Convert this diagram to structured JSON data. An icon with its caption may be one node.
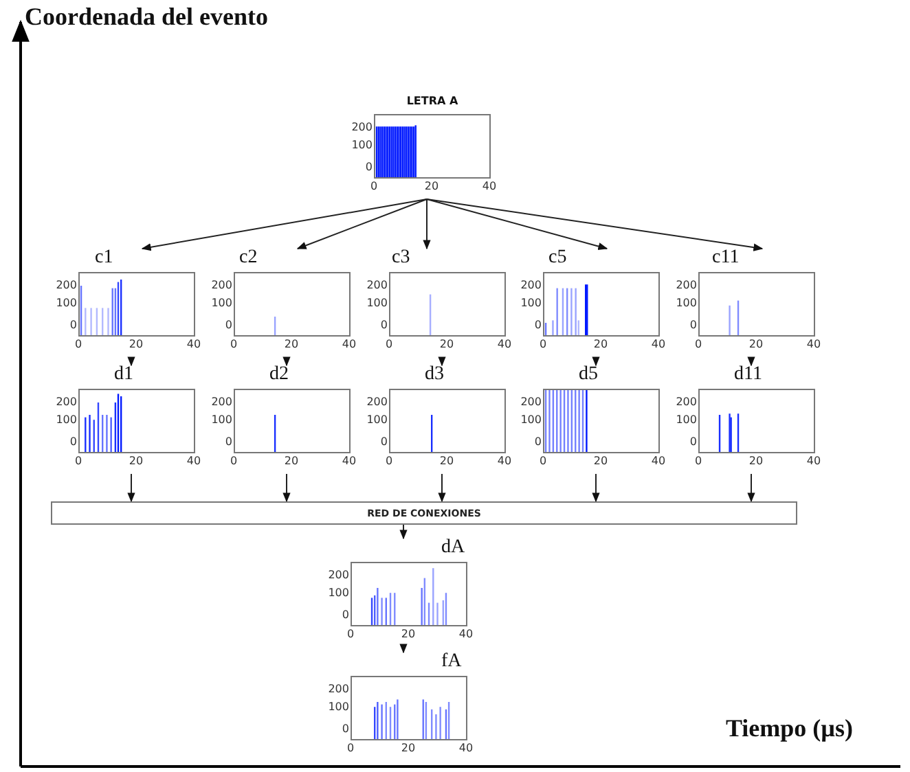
{
  "diagram": {
    "nodes": [
      {
        "text": [
          "LETRA A"
        ],
        "beside": [
          "200",
          "100",
          "0",
          "0",
          "20",
          "40"
        ]
      },
      {
        "text": [
          "c1"
        ],
        "beside": [
          "200",
          "100",
          "0",
          "0",
          "20",
          "40"
        ]
      },
      {
        "text": [
          "c2"
        ],
        "beside": [
          "200",
          "100",
          "0",
          "0",
          "20",
          "40"
        ]
      },
      {
        "text": [
          "c3"
        ],
        "beside": [
          "200",
          "100",
          "0",
          "0",
          "20",
          "40"
        ]
      },
      {
        "text": [
          "c5"
        ],
        "beside": [
          "200",
          "100",
          "0",
          "0",
          "20",
          "40"
        ]
      },
      {
        "text": [
          "c11"
        ],
        "beside": [
          "200",
          "100",
          "0",
          "0",
          "20",
          "40"
        ]
      },
      {
        "text": [
          "d1"
        ],
        "beside": [
          "200",
          "100",
          "0",
          "0",
          "20",
          "40"
        ]
      },
      {
        "text": [
          "d2"
        ],
        "beside": [
          "200",
          "100",
          "0",
          "0",
          "20",
          "40"
        ]
      },
      {
        "text": [
          "d3"
        ],
        "beside": [
          "200",
          "100",
          "0",
          "0",
          "20",
          "40"
        ]
      },
      {
        "text": [
          "d5"
        ],
        "beside": [
          "200",
          "100",
          "0",
          "0",
          "20",
          "40"
        ]
      },
      {
        "text": [
          "d11"
        ],
        "beside": [
          "200",
          "100",
          "0",
          "0",
          "20",
          "40"
        ]
      },
      {
        "text": [
          "RED DE CONEXIONES"
        ]
      },
      {
        "text": [
          "dA"
        ],
        "beside": [
          "200",
          "100",
          "0",
          "0",
          "20",
          "40"
        ]
      },
      {
        "text": [
          "fA"
        ],
        "beside": [
          "200",
          "100",
          "0",
          "0",
          "20",
          "40"
        ]
      }
    ],
    "edges": [
      {
        "from": 0,
        "to": 1,
        "arrow": "to"
      },
      {
        "from": 0,
        "to": 2,
        "arrow": "to"
      },
      {
        "from": 0,
        "to": 3,
        "arrow": "to"
      },
      {
        "from": 0,
        "to": 4,
        "arrow": "to"
      },
      {
        "from": 0,
        "to": 5,
        "arrow": "to"
      },
      {
        "from": 1,
        "to": 6,
        "arrow": "to"
      },
      {
        "from": 2,
        "to": 7,
        "arrow": "to"
      },
      {
        "from": 3,
        "to": 8,
        "arrow": "to"
      },
      {
        "from": 4,
        "to": 9,
        "arrow": "to"
      },
      {
        "from": 5,
        "to": 10,
        "arrow": "to"
      },
      {
        "from": 6,
        "to": 11,
        "arrow": "to"
      },
      {
        "from": 7,
        "to": 11,
        "arrow": "to"
      },
      {
        "from": 8,
        "to": 11,
        "arrow": "to"
      },
      {
        "from": 9,
        "to": 11,
        "arrow": "to"
      },
      {
        "from": 10,
        "to": 11,
        "arrow": "to"
      },
      {
        "from": 11,
        "to": 12,
        "arrow": "to"
      },
      {
        "from": 12,
        "to": 13,
        "arrow": "to"
      }
    ],
    "labels": [
      "Coordenada del evento",
      "Tiempo (µs)"
    ]
  }
}
